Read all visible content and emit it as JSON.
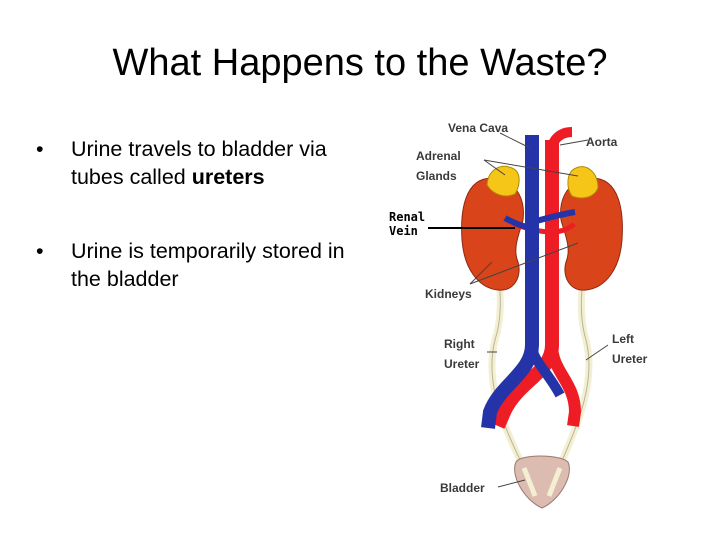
{
  "slide": {
    "title": "What Happens to the Waste?",
    "bullets": [
      {
        "marker": "•",
        "text_before": "Urine travels to bladder via tubes called ",
        "text_bold": "ureters"
      },
      {
        "marker": "•",
        "text_before": "Urine is temporarily stored in the bladder",
        "text_bold": ""
      }
    ]
  },
  "diagram": {
    "labels": {
      "vena_cava": "Vena Cava",
      "aorta": "Aorta",
      "adrenal_line1": "Adrenal",
      "adrenal_line2": "Glands",
      "renal_line1": "Renal",
      "renal_line2": "Vein",
      "kidneys": "Kidneys",
      "right_ureter_line1": "Right",
      "right_ureter_line2": "Ureter",
      "left_ureter_line1": "Left",
      "left_ureter_line2": "Ureter",
      "bladder": "Bladder"
    },
    "colors": {
      "kidney": "#d9441a",
      "adrenal": "#f5c518",
      "vein": "#2434a8",
      "artery": "#ee1c24",
      "ureter": "#f3efd2",
      "bladder": "#dcbcb0"
    }
  }
}
